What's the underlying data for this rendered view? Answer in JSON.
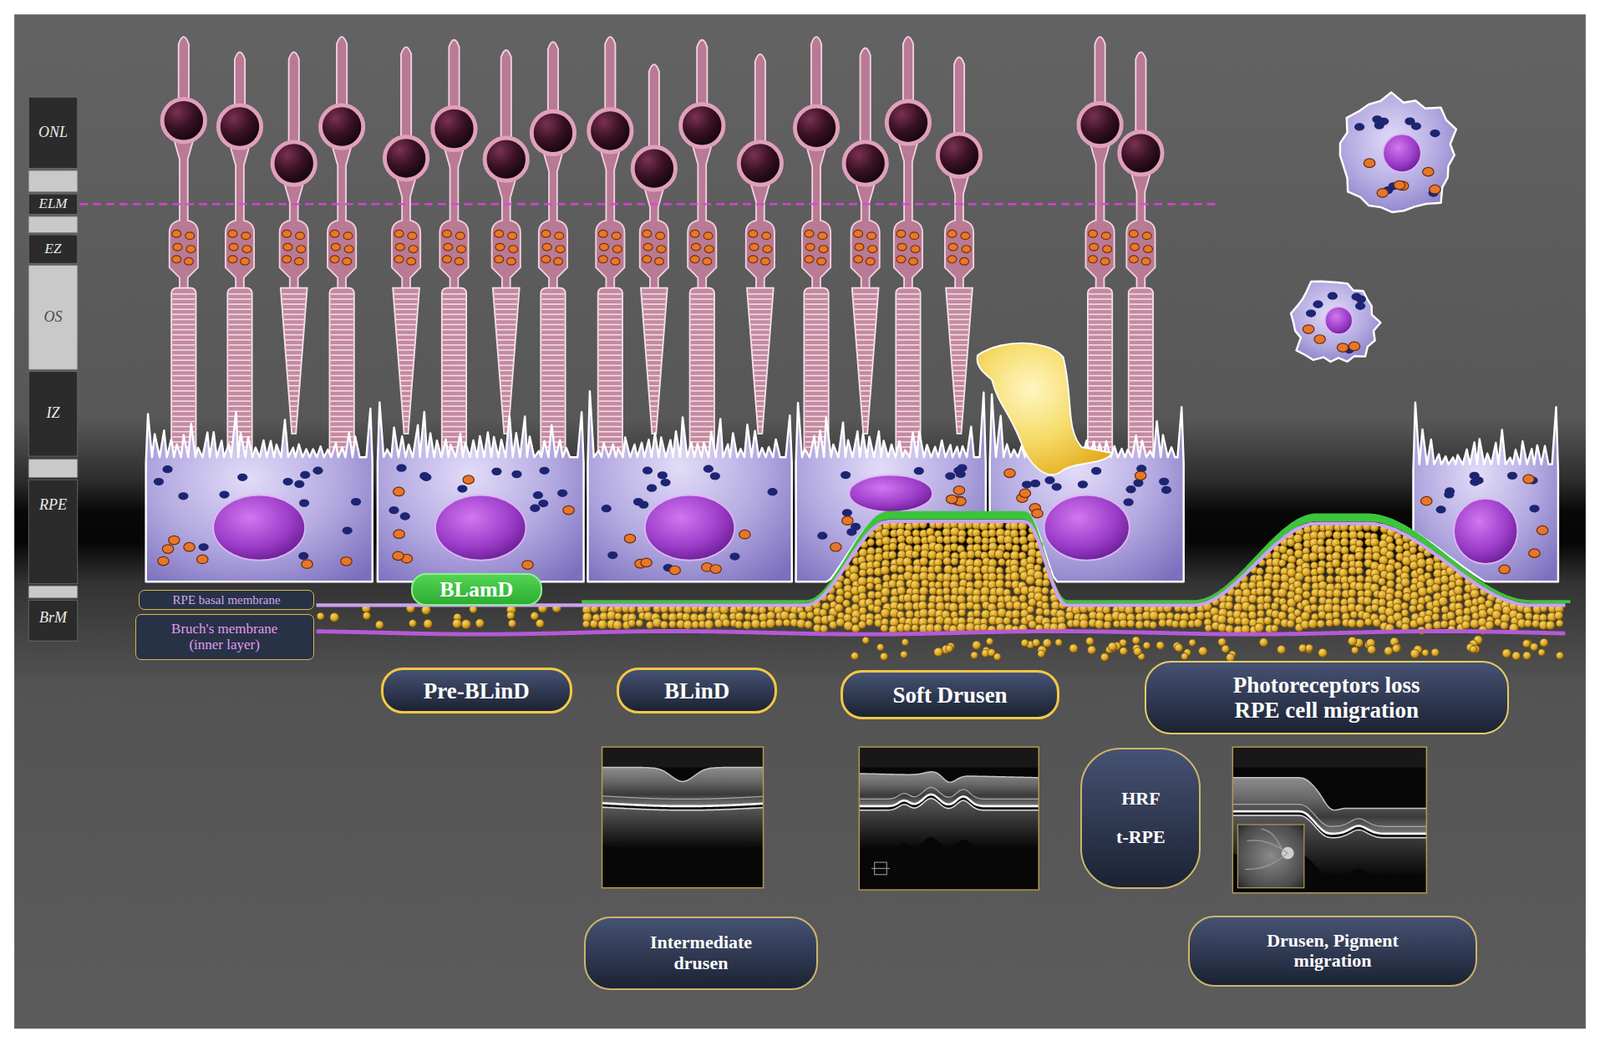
{
  "diagram": {
    "nodes": [
      {
        "text": [
          "BLamD"
        ]
      },
      {
        "text": [
          "RPE basal membrane"
        ]
      },
      {
        "text": [
          "Bruch's membrane (inner layer)"
        ]
      },
      {
        "text": [
          "Pre-BLinD"
        ]
      },
      {
        "text": [
          "BLinD"
        ]
      },
      {
        "text": [
          "Soft Drusen"
        ]
      },
      {
        "text": [
          "Photoreceptors loss RPE cell migration"
        ]
      },
      {
        "text": [
          "HRF",
          "t-RPE"
        ]
      },
      {
        "text": [
          "Intermediate drusen"
        ]
      },
      {
        "text": [
          "Drusen, Pigment migration"
        ]
      }
    ],
    "labels": [
      "ONL",
      "ELM",
      "EZ",
      "OS",
      "IZ",
      "RPE",
      "BrM"
    ]
  }
}
